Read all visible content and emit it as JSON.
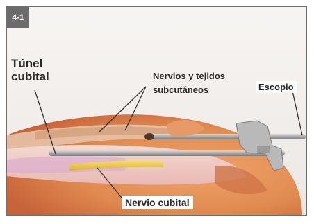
{
  "figure": {
    "badge": "4-1",
    "labels": {
      "tunel_line1": "Túnel",
      "tunel_line2": "cubital",
      "nervios_line1": "Nervios y tejidos",
      "nervios_line2": "subcutáneos",
      "escopio": "Escopio",
      "nervio_cubital": "Nervio cubital"
    }
  }
}
